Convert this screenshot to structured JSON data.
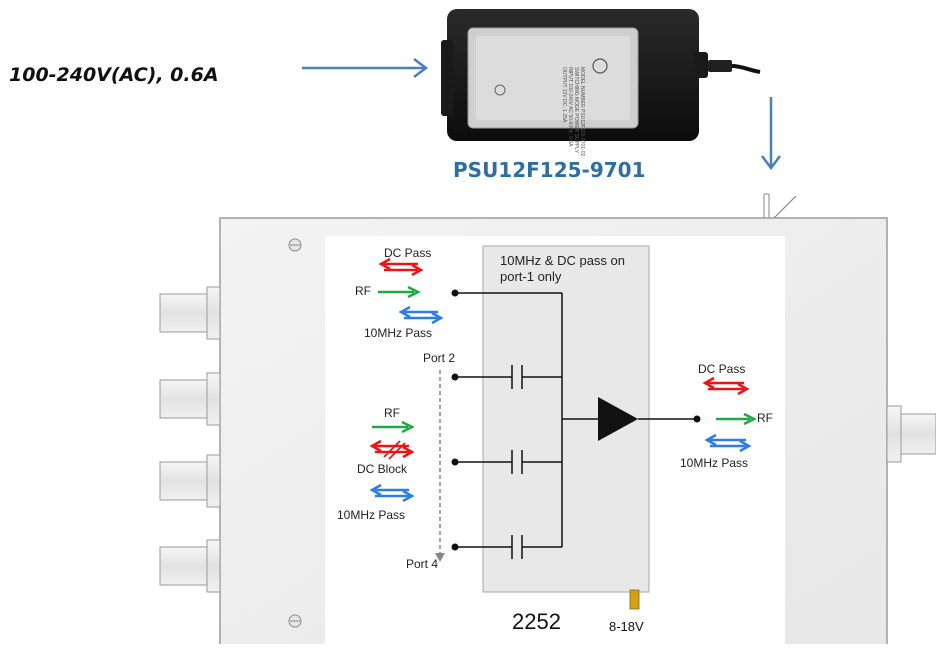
{
  "input": {
    "label": "100-240V(AC), 0.6A"
  },
  "psu": {
    "name": "PSU12F125-9701",
    "label_lines": [
      "MODEL NUMBER",
      "PSU12F125-9701-02",
      "SWITCHING MODE",
      "POWER SUPPLY",
      "INPUT",
      "100-240V AC",
      "50-60Hz, 0.6A",
      "OUTPUT",
      "12V DC, 1.25A"
    ]
  },
  "module": {
    "model": "2252",
    "voltage": "8-18V",
    "note": "10MHz & DC pass on port-1 only"
  },
  "ports": {
    "port1": {
      "dc_label": "DC Pass",
      "rf_label": "RF",
      "ref_label": "10MHz Pass"
    },
    "port2_label": "Port 2",
    "port4_label": "Port 4",
    "ports234": {
      "rf_label": "RF",
      "dc_label": "DC Block",
      "ref_label": "10MHz Pass"
    },
    "output": {
      "dc_label": "DC Pass",
      "rf_label": "RF",
      "ref_label": "10MHz Pass"
    }
  },
  "colors": {
    "dc": "#e8151b",
    "rf": "#1fa846",
    "ref": "#2f7de0",
    "arrow": "#4a7fbf",
    "psu_name": "#2d6ea3",
    "enclosure": "#eeeeee",
    "panel": "#ffffff",
    "block": "#e8e8e8",
    "fuse": "#d4a017"
  },
  "icons": [
    "power-supply-icon",
    "bnc-connector-icon",
    "amplifier-triangle-icon",
    "capacitor-icon",
    "screw-icon"
  ]
}
